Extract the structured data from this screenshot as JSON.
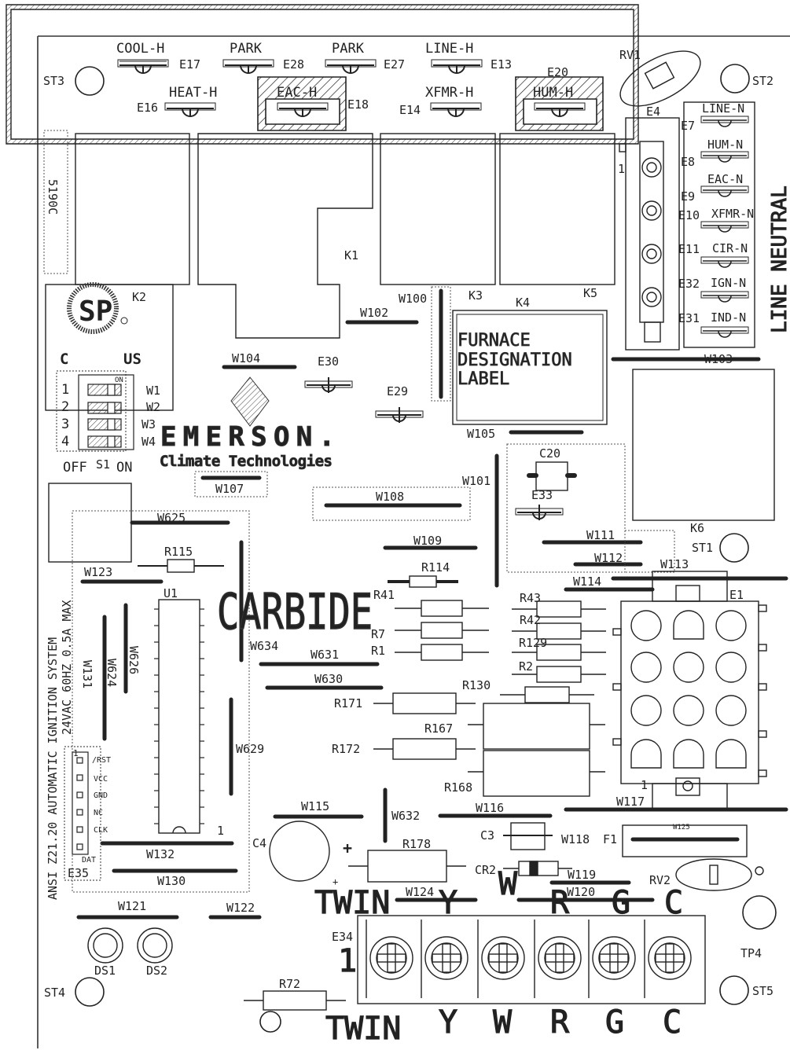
{
  "labels": {
    "cool_h": "COOL-H",
    "park1": "PARK",
    "park2": "PARK",
    "line_h": "LINE-H",
    "heat_h": "HEAT-H",
    "eac_h": "EAC-H",
    "xfmr_h": "XFMR-H",
    "hum_h": "HUM-H",
    "e17": "E17",
    "e28": "E28",
    "e27": "E27",
    "e13": "E13",
    "e16": "E16",
    "e18": "E18",
    "e14": "E14",
    "e20": "E20",
    "rv1": "RV1",
    "st3": "ST3",
    "st2": "ST2",
    "st1": "ST1",
    "st4": "ST4",
    "st5": "ST5",
    "tp4": "TP4",
    "line_n": "LINE-N",
    "hum_n": "HUM-N",
    "eac_n": "EAC-N",
    "xfmr_n": "XFMR-N",
    "cir_n": "CIR-N",
    "ign_n": "IGN-N",
    "ind_n": "IND-N",
    "e7": "E7",
    "e8": "E8",
    "e9": "E9",
    "e10": "E10",
    "e11": "E11",
    "e32": "E32",
    "e31": "E31",
    "e4": "E4",
    "line_neutral": "LINE NEUTRAL",
    "s190c": "5190C",
    "k1": "K1",
    "k2": "K2",
    "k3": "K3",
    "k4": "K4",
    "k5": "K5",
    "k6": "K6",
    "w100": "W100",
    "w101": "W101",
    "w102": "W102",
    "w103": "W103",
    "w104": "W104",
    "w105": "W105",
    "w107": "W107",
    "w108": "W108",
    "w109": "W109",
    "w111": "W111",
    "w112": "W112",
    "w113": "W113",
    "w114": "W114",
    "w115": "W115",
    "w116": "W116",
    "w117": "W117",
    "w118": "W118",
    "w119": "W119",
    "w120": "W120",
    "w121": "W121",
    "w122": "W122",
    "w123": "W123",
    "w124": "W124",
    "w125": "W125",
    "w130": "W130",
    "w131": "W131",
    "w132": "W132",
    "w624": "W624",
    "w625": "W625",
    "w626": "W626",
    "w629": "W629",
    "w630": "W630",
    "w631": "W631",
    "w632": "W632",
    "w634": "W634",
    "e29": "E29",
    "e30": "E30",
    "e33": "E33",
    "e1": "E1",
    "e34": "E34",
    "e35": "E35",
    "c20": "C20",
    "c3": "C3",
    "c4": "C4",
    "f1": "F1",
    "cr2": "CR2",
    "rv2": "RV2",
    "u1": "U1",
    "r1": "R1",
    "r2": "R2",
    "r7": "R7",
    "r41": "R41",
    "r42": "R42",
    "r43": "R43",
    "r72": "R72",
    "r114": "R114",
    "r115": "R115",
    "r129": "R129",
    "r130": "R130",
    "r167": "R167",
    "r168": "R168",
    "r171": "R171",
    "r172": "R172",
    "r178": "R178",
    "ds1": "DS1",
    "ds2": "DS2",
    "s1": "S1",
    "off": "OFF",
    "on": "ON",
    "on_small": "ON",
    "sw1": "1",
    "sw2": "2",
    "sw3": "3",
    "sw4": "4",
    "w1": "W1",
    "w2": "W2",
    "w3": "W3",
    "w4": "W4",
    "csa_c": "C",
    "csa_us": "US",
    "furnace_1": "FURNACE",
    "furnace_2": "DESIGNATION",
    "furnace_3": "LABEL",
    "emerson": "EMERSON.",
    "climate": "Climate Technologies",
    "carbide": "CARBIDE",
    "ansi": "ANSI Z21.20 AUTOMATIC IGNITION SYSTEM",
    "ansi2": "24VAC 60HZ 0.5A MAX",
    "pin_rst": "/RST",
    "pin_vcc": "VCC",
    "pin_gnd": "GND",
    "pin_nc": "NC",
    "pin_clk": "CLK",
    "pin_dat": "DAT",
    "one_a": "1",
    "one_b": "1",
    "one_c": "1",
    "one_d": "1",
    "one_big": "1",
    "top_twin": "TWIN",
    "top_y": "Y",
    "top_w": "W",
    "top_r": "R",
    "top_g": "G",
    "top_c": "C",
    "bot_twin": "TWIN",
    "bot_y": "Y",
    "bot_w": "W",
    "bot_r": "R",
    "bot_g": "G",
    "bot_c": "C",
    "plus": "+"
  },
  "colors": {
    "ink": "#222222",
    "gray": "#555555"
  }
}
